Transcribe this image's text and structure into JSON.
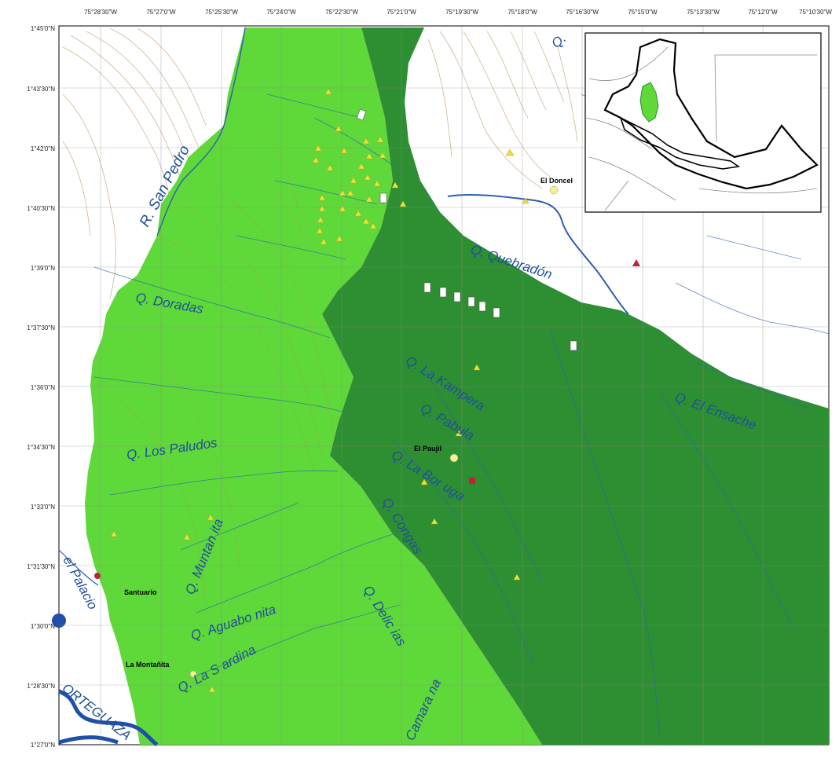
{
  "longitude_ticks": [
    "75°28'30\"W",
    "75°27'0\"W",
    "75°25'30\"W",
    "75°24'0\"W",
    "75°22'30\"W",
    "75°21'0\"W",
    "75°19'30\"W",
    "75°18'0\"W",
    "75°16'30\"W",
    "75°15'0\"W",
    "75°13'30\"W",
    "75°12'0\"W",
    "75°10'30\"W"
  ],
  "latitude_ticks": [
    "1°45'0\"N",
    "1°43'30\"N",
    "1°42'0\"N",
    "1°40'30\"N",
    "1°39'0\"N",
    "1°37'30\"N",
    "1°36'0\"N",
    "1°34'30\"N",
    "1°33'0\"N",
    "1°31'30\"N",
    "1°30'0\"N",
    "1°28'30\"N",
    "1°27'0\"N"
  ],
  "rivers": {
    "san_pedro": "R. San Pedro",
    "doradas": "Q. Doradas",
    "los_paludos": "Q. Los Paludos",
    "muntanita": "Q. Muntan ita",
    "aguabonita": "Q. Aguabo nita",
    "la_sardina": "Q. La S ardina",
    "palacio": "el Palacio",
    "orteguaza": "ORTEGUAZA",
    "quebradon": "Q. Quebradón",
    "la_kampera": "Q. La Kampera",
    "pabula": "Q. Pabula",
    "la_borugo": "Q. La Bor uga",
    "congas": "Q. Congas",
    "delicias": "Q. Delic ias",
    "camarana": "Camara na",
    "el_ensache": "Q. El Ensache",
    "top_q": "Q."
  },
  "towns": {
    "el_doncel": "El Doncel",
    "el_paujil": "El Paujil",
    "santuario": "Santuario",
    "la_montanita": "La Montañita"
  },
  "colors": {
    "light_zone": "#5fd83a",
    "dark_zone": "#2e8f32",
    "river": "#2f5fb0",
    "contour": "#c4a37a",
    "grid": "#8a8a8a",
    "triangle": "#e8e23a",
    "red_marker": "#c0203a"
  }
}
